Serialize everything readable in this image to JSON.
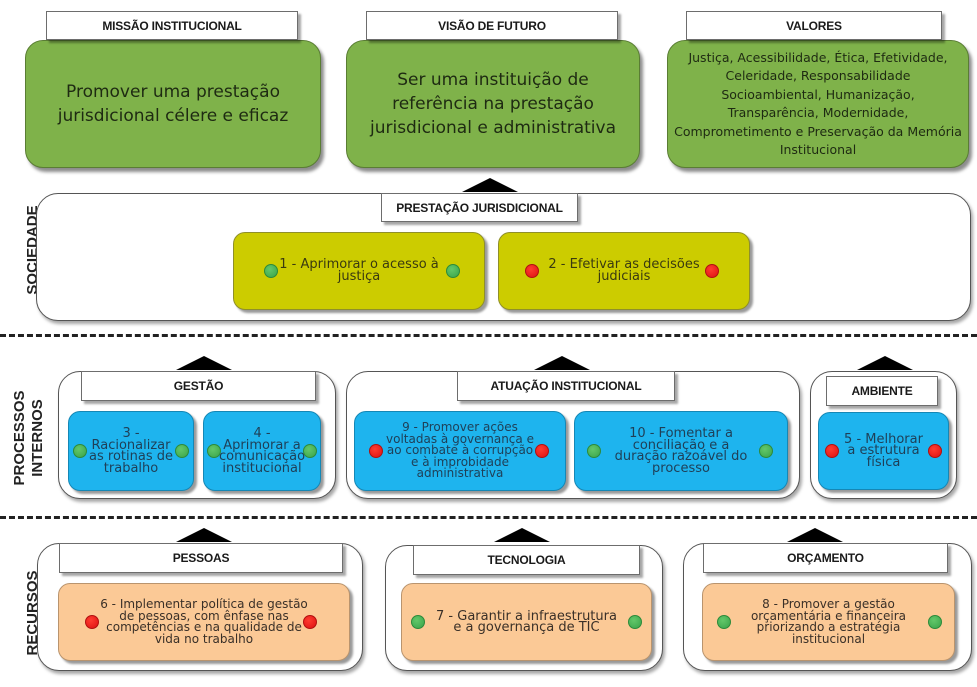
{
  "top": {
    "missao": {
      "title": "MISSÃO INSTITUCIONAL",
      "text": "Promover uma prestação jurisdicional célere e eficaz"
    },
    "visao": {
      "title": "VISÃO DE FUTURO",
      "text": "Ser uma instituição de referência na prestação jurisdicional e administrativa"
    },
    "valores": {
      "title": "VALORES",
      "text": "Justiça, Acessibilidade, Ética, Efetividade, Celeridade, Responsabilidade Socioambiental, Humanização, Transparência, Modernidade, Comprometimento e Preservação da Memória Institucional"
    }
  },
  "colors": {
    "green_box": "#7fb24a",
    "yellow_card": "#cccc00",
    "blue_card": "#1eb4ee",
    "orange_card": "#fbc996",
    "status_green": "#3aa34a",
    "status_red": "#dd1111"
  },
  "perspectives": [
    {
      "label": "SOCIEDADE",
      "groups": [
        {
          "title": "PRESTAÇÃO JURISDICIONAL",
          "objectives": [
            {
              "text": "1 - Aprimorar o acesso à justiça",
              "status": "green"
            },
            {
              "text": "2 - Efetivar as decisões judiciais",
              "status": "red"
            }
          ]
        }
      ]
    },
    {
      "label_line1": "PROCESSOS",
      "label_line2": "INTERNOS",
      "groups": [
        {
          "title": "GESTÃO",
          "objectives": [
            {
              "text": "3 - Racionalizar as rotinas de trabalho",
              "status": "green"
            },
            {
              "text": "4 - Aprimorar a comunicação institucional",
              "status": "green"
            }
          ]
        },
        {
          "title": "ATUAÇÃO INSTITUCIONAL",
          "objectives": [
            {
              "text": "9 - Promover ações voltadas à governança e ao combate à corrupção e à improbidade administrativa",
              "status": "red"
            },
            {
              "text": "10 - Fomentar a conciliação e a duração razoável do processo",
              "status": "green"
            }
          ]
        },
        {
          "title": "AMBIENTE",
          "objectives": [
            {
              "text": "5 - Melhorar a estrutura física",
              "status": "red"
            }
          ]
        }
      ]
    },
    {
      "label": "RECURSOS",
      "groups": [
        {
          "title": "PESSOAS",
          "objectives": [
            {
              "text": "6 - Implementar política de gestão de pessoas, com ênfase nas competências e na qualidade de vida no trabalho",
              "status": "red"
            }
          ]
        },
        {
          "title": "TECNOLOGIA",
          "objectives": [
            {
              "text": "7 - Garantir a infraestrutura e a governança de TIC",
              "status": "green"
            }
          ]
        },
        {
          "title": "ORÇAMENTO",
          "objectives": [
            {
              "text": "8 - Promover a gestão orçamentária e financeira priorizando a estratégia institucional",
              "status": "green"
            }
          ]
        }
      ]
    }
  ]
}
